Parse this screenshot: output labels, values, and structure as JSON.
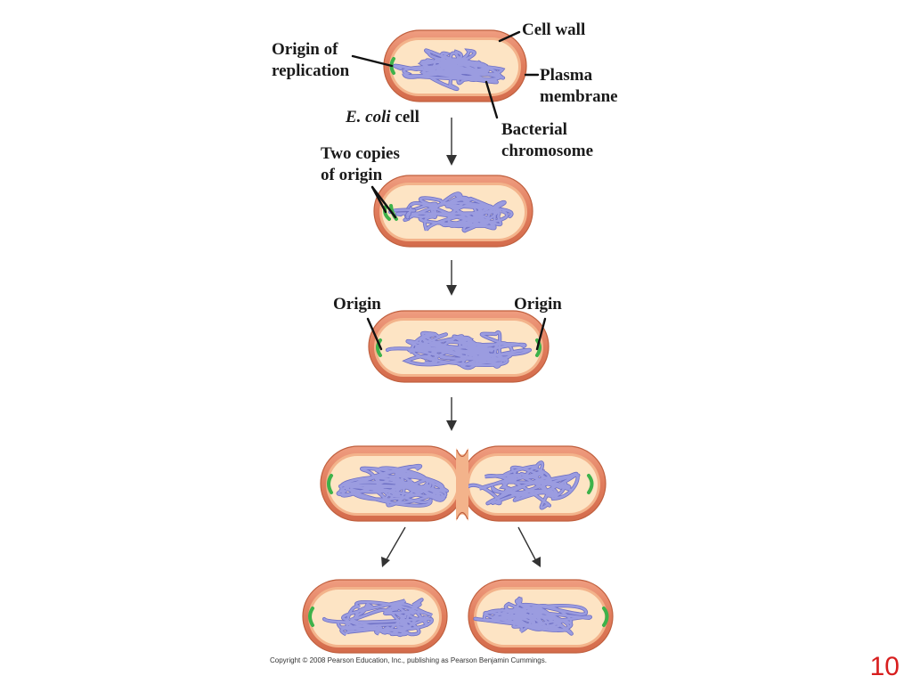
{
  "labels": {
    "cell_wall": "Cell wall",
    "origin_of_replication_1": "Origin of",
    "origin_of_replication_2": "replication",
    "plasma_membrane_1": "Plasma",
    "plasma_membrane_2": "membrane",
    "ecoli_italic": "E. coli",
    "ecoli_rest": " cell",
    "bacterial_chromosome_1": "Bacterial",
    "bacterial_chromosome_2": "chromosome",
    "two_copies_1": "Two copies",
    "two_copies_2": "of origin",
    "origin_left": "Origin",
    "origin_right": "Origin"
  },
  "footer": {
    "copyright": "Copyright © 2008 Pearson Education, Inc., publishing as Pearson Benjamin Cummings.",
    "page_number": "10"
  },
  "colors": {
    "cell_wall": "#e4886a",
    "cell_wall_outline": "#c0603f",
    "cytoplasm": "#fde4c4",
    "membrane": "#f3b38b",
    "chromosome": "#9b9ce0",
    "chromosome_dark": "#6d6fc4",
    "origin": "#3db24a",
    "leader": "#111111",
    "page_number": "#d81e1e"
  },
  "stages": [
    {
      "name": "E. coli cell with one origin"
    },
    {
      "name": "Two copies of origin"
    },
    {
      "name": "Origins at opposite ends"
    },
    {
      "name": "Cell dividing"
    },
    {
      "name": "Two daughter cells"
    }
  ]
}
